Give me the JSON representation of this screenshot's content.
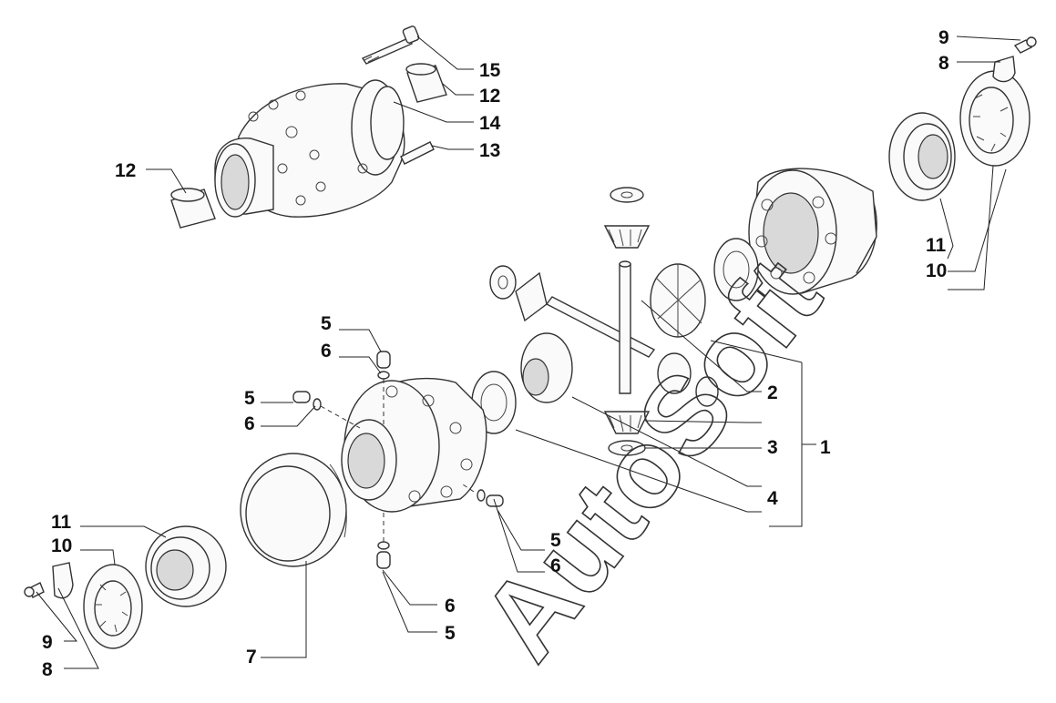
{
  "watermark": "AutoSoft",
  "callouts": [
    {
      "id": "c15",
      "text": "15"
    },
    {
      "id": "c12a",
      "text": "12"
    },
    {
      "id": "c14",
      "text": "14"
    },
    {
      "id": "c13",
      "text": "13"
    },
    {
      "id": "c12b",
      "text": "12"
    },
    {
      "id": "c9a",
      "text": "9"
    },
    {
      "id": "c8a",
      "text": "8"
    },
    {
      "id": "c11a",
      "text": "11"
    },
    {
      "id": "c10a",
      "text": "10"
    },
    {
      "id": "c2",
      "text": "2"
    },
    {
      "id": "c3",
      "text": "3"
    },
    {
      "id": "c1",
      "text": "1"
    },
    {
      "id": "c4",
      "text": "4"
    },
    {
      "id": "c5a",
      "text": "5"
    },
    {
      "id": "c6a",
      "text": "6"
    },
    {
      "id": "c5b",
      "text": "5"
    },
    {
      "id": "c6b",
      "text": "6"
    },
    {
      "id": "c5c",
      "text": "5"
    },
    {
      "id": "c6c",
      "text": "6"
    },
    {
      "id": "c6d",
      "text": "6"
    },
    {
      "id": "c5d",
      "text": "5"
    },
    {
      "id": "c11b",
      "text": "11"
    },
    {
      "id": "c10b",
      "text": "10"
    },
    {
      "id": "c9b",
      "text": "9"
    },
    {
      "id": "c8b",
      "text": "8"
    },
    {
      "id": "c7",
      "text": "7"
    }
  ]
}
